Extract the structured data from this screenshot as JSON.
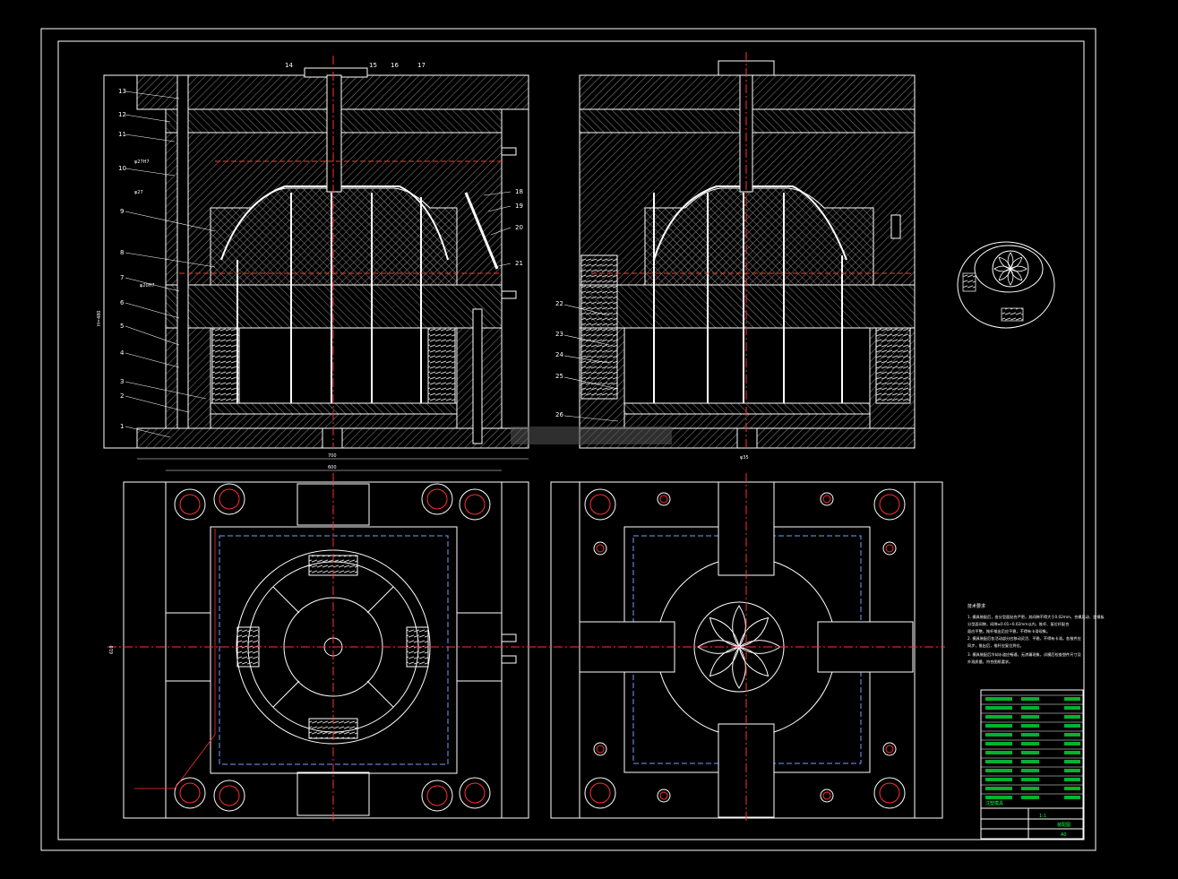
{
  "colors": {
    "background": "#000000",
    "outline": "#ffffff",
    "centerline": "#ff3030",
    "hidden": "#6fa0ff",
    "table": "#00ff40",
    "hatch": "#9a9a9a"
  },
  "front_view": {
    "top_labels": [
      "14",
      "15",
      "16",
      "17"
    ],
    "left_labels": [
      "13",
      "12",
      "11",
      "10",
      "9",
      "8",
      "7",
      "6",
      "5",
      "4",
      "3",
      "2",
      "1"
    ],
    "right_labels": [
      "18",
      "19",
      "20",
      "21"
    ],
    "dims": {
      "d270": "φ27H7",
      "d27": "φ27",
      "d20": "φ20H7",
      "height": "H=480",
      "width_700": "700",
      "width_600": "600"
    }
  },
  "side_view": {
    "left_labels": [
      "22",
      "23",
      "24",
      "25",
      "26"
    ],
    "dims": {
      "bottom": "φ35"
    }
  },
  "plan_view": {
    "dim_610": "610"
  },
  "notes": {
    "title": "技术要求",
    "lines": [
      "1. 模具装配后，各分型面贴合严密，其间隙不得大于0.02mm，合模后动、定模板",
      "分型面间隙，间隙≤0.01~0.02mm以内，推杆、复位杆配合",
      "面应平整。推杆推出后应平稳，不得有卡滞现象。",
      "2. 模具装配后各活动部分应移动灵活、平稳，不得有卡滞。各推件应",
      "同步，推出后，推杆应复位到位。",
      "3. 模具装配后冷却水道应畅通，无渗漏现象，试模后检查塑件尺寸及",
      "外观质量，符合图纸要求。"
    ]
  },
  "title_block": {
    "name": "注塑模具",
    "scale": "1:1",
    "sheet": "A0",
    "drawing": "装配图"
  }
}
